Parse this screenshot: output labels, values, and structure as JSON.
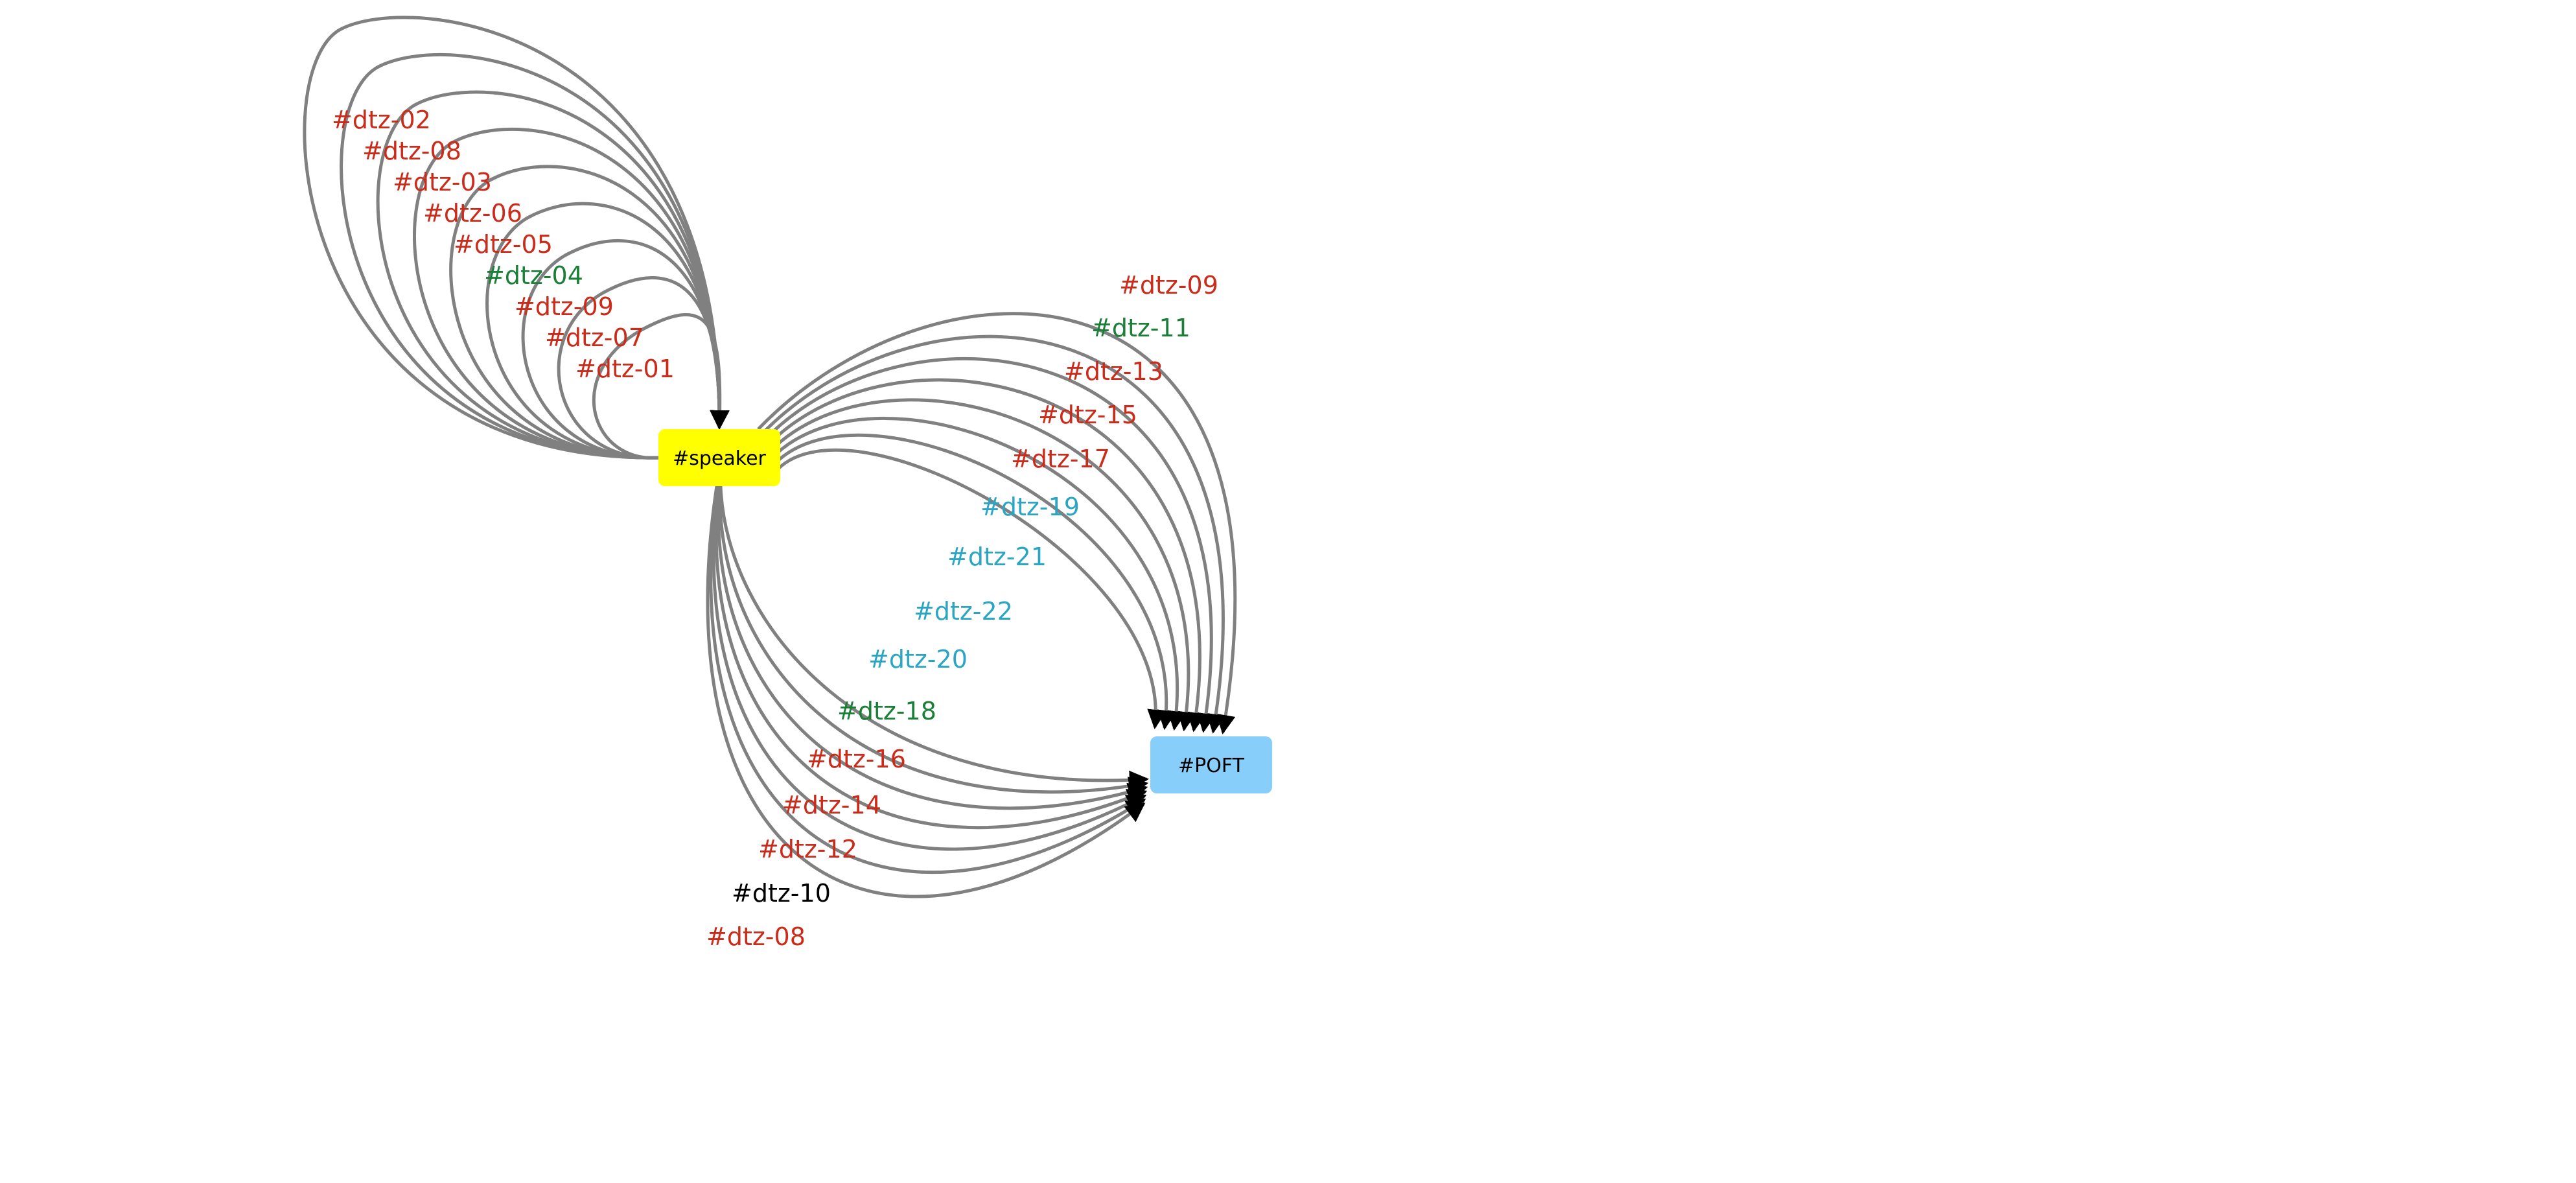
{
  "diagram": {
    "edge_color": "#808080",
    "nodes": [
      {
        "id": "speaker",
        "label": "#speaker",
        "fill": "#ffff00"
      },
      {
        "id": "poft",
        "label": "#POFT",
        "fill": "#87cefa"
      }
    ],
    "self_loops": [
      {
        "label": "#dtz-02",
        "color": "#cc2b1a"
      },
      {
        "label": "#dtz-08",
        "color": "#cc2b1a"
      },
      {
        "label": "#dtz-03",
        "color": "#cc2b1a"
      },
      {
        "label": "#dtz-06",
        "color": "#cc2b1a"
      },
      {
        "label": "#dtz-05",
        "color": "#cc2b1a"
      },
      {
        "label": "#dtz-04",
        "color": "#1a7f37"
      },
      {
        "label": "#dtz-09",
        "color": "#cc2b1a"
      },
      {
        "label": "#dtz-07",
        "color": "#cc2b1a"
      },
      {
        "label": "#dtz-01",
        "color": "#cc2b1a"
      }
    ],
    "edges_upper": [
      {
        "label": "#dtz-09",
        "color": "#cc2b1a"
      },
      {
        "label": "#dtz-11",
        "color": "#1a7f37"
      },
      {
        "label": "#dtz-13",
        "color": "#cc2b1a"
      },
      {
        "label": "#dtz-15",
        "color": "#cc2b1a"
      },
      {
        "label": "#dtz-17",
        "color": "#cc2b1a"
      },
      {
        "label": "#dtz-19",
        "color": "#2aa6c4"
      },
      {
        "label": "#dtz-21",
        "color": "#2aa6c4"
      },
      {
        "label": "#dtz-22",
        "color": "#2aa6c4"
      }
    ],
    "edges_lower": [
      {
        "label": "#dtz-20",
        "color": "#2aa6c4"
      },
      {
        "label": "#dtz-18",
        "color": "#1a7f37"
      },
      {
        "label": "#dtz-16",
        "color": "#cc2b1a"
      },
      {
        "label": "#dtz-14",
        "color": "#cc2b1a"
      },
      {
        "label": "#dtz-12",
        "color": "#cc2b1a"
      },
      {
        "label": "#dtz-10",
        "color": "#000000"
      },
      {
        "label": "#dtz-08",
        "color": "#cc2b1a"
      }
    ]
  }
}
